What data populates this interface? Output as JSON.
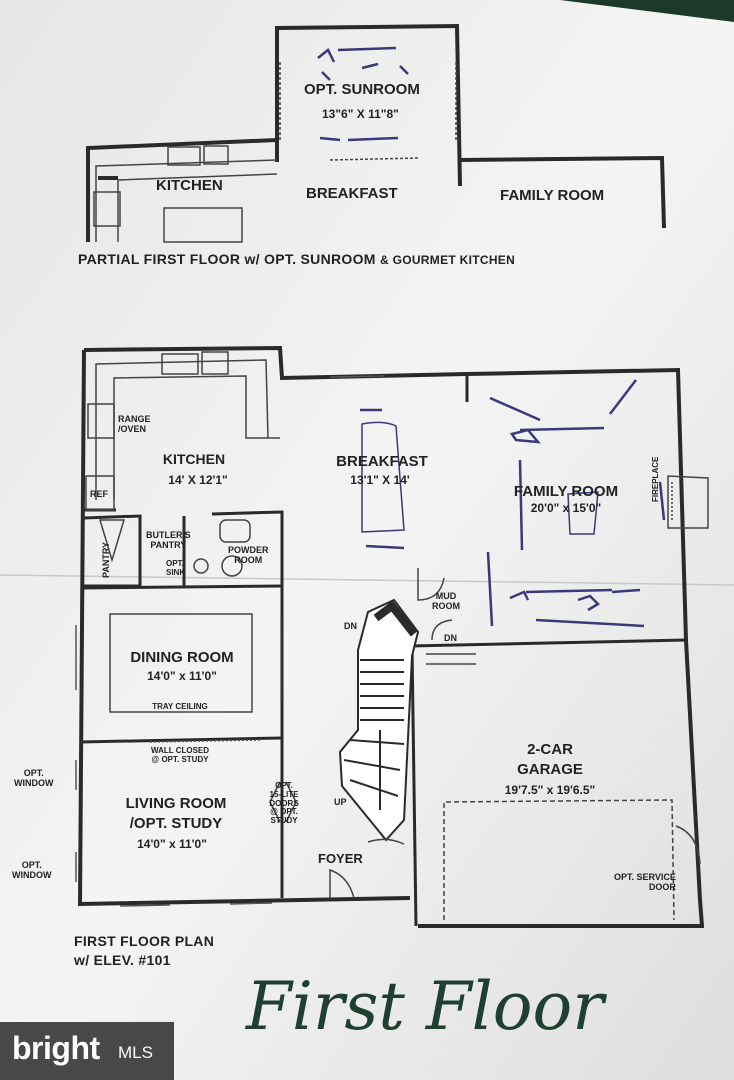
{
  "partial_floor": {
    "sunroom": {
      "name": "OPT. SUNROOM",
      "dimensions": "13\"6\" X 11\"8\""
    },
    "kitchen": "KITCHEN",
    "breakfast": "BREAKFAST",
    "family_room": "FAMILY ROOM",
    "caption": "PARTIAL FIRST FLOOR  w/ OPT. SUNROOM",
    "caption_extra": "& GOURMET KITCHEN"
  },
  "first_floor": {
    "range_oven": [
      "RANGE",
      "/OVEN"
    ],
    "kitchen": {
      "name": "KITCHEN",
      "dimensions": "14' X 12'1\""
    },
    "ref": "REF",
    "breakfast": {
      "name": "BREAKFAST",
      "dimensions": "13'1\" X 14'"
    },
    "family_room": {
      "name": "FAMILY ROOM",
      "dimensions": "20'0\" x 15'0\""
    },
    "fireplace": "FIREPLACE",
    "butlers_pantry": [
      "BUTLER'S",
      "PANTRY"
    ],
    "pantry": "PANTRY",
    "opt_sink": [
      "OPT.",
      "SINK"
    ],
    "powder_room": [
      "POWDER",
      "ROOM"
    ],
    "mud_room": [
      "MUD",
      "ROOM"
    ],
    "dn": "DN",
    "dining_room": {
      "name": "DINING ROOM",
      "dimensions": "14'0\" x 11'0\""
    },
    "tray_ceiling": "TRAY CEILING",
    "wall_closed": [
      "WALL CLOSED",
      "@ OPT. STUDY"
    ],
    "garage": {
      "name": [
        "2-CAR",
        "GARAGE"
      ],
      "dimensions": "19'7.5\" x 19'6.5\""
    },
    "opt_window": [
      "OPT.",
      "WINDOW"
    ],
    "living_room": {
      "name": [
        "LIVING ROOM",
        "/OPT. STUDY"
      ],
      "dimensions": "14'0\" x 11'0\""
    },
    "french_doors": [
      "OPT.",
      "15-LITE",
      "DOORS",
      "@ OPT.",
      "STUDY"
    ],
    "up": "UP",
    "foyer": "FOYER",
    "opt_service_door": [
      "OPT. SERVICE",
      "DOOR"
    ]
  },
  "captions": {
    "plan": [
      "FIRST FLOOR PLAN",
      "w/ ELEV. #101"
    ],
    "script_title": "First Floor"
  },
  "watermark": {
    "brand": "bright",
    "suffix": "MLS"
  },
  "colors": {
    "ink": "#2a2a2a",
    "sketch": "#3a3a7a",
    "script": "#1f4030",
    "paper": "#f0f0f0"
  }
}
